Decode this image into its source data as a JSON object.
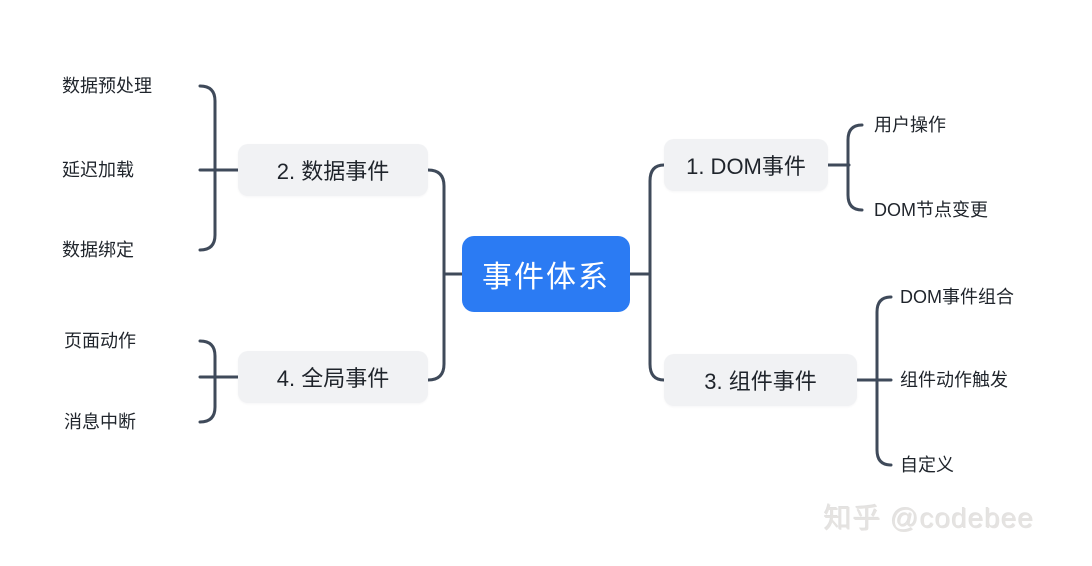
{
  "mindmap": {
    "root": {
      "label": "事件体系"
    },
    "branches": [
      {
        "label": "1. DOM事件",
        "children": [
          "用户操作",
          "DOM节点变更"
        ]
      },
      {
        "label": "2. 数据事件",
        "children": [
          "数据预处理",
          "延迟加载",
          "数据绑定"
        ]
      },
      {
        "label": "3. 组件事件",
        "children": [
          "DOM事件组合",
          "组件动作触发",
          "自定义"
        ]
      },
      {
        "label": "4. 全局事件",
        "children": [
          "页面动作",
          "消息中断"
        ]
      }
    ],
    "colors": {
      "root_bg": "#2b7bf3",
      "root_text": "#ffffff",
      "branch_bg": "#f1f2f4",
      "branch_text": "#1f242b",
      "connector": "#3f4a5a",
      "watermark": "#e5e3e1"
    }
  },
  "watermark": {
    "text": "知乎 @codebee"
  }
}
